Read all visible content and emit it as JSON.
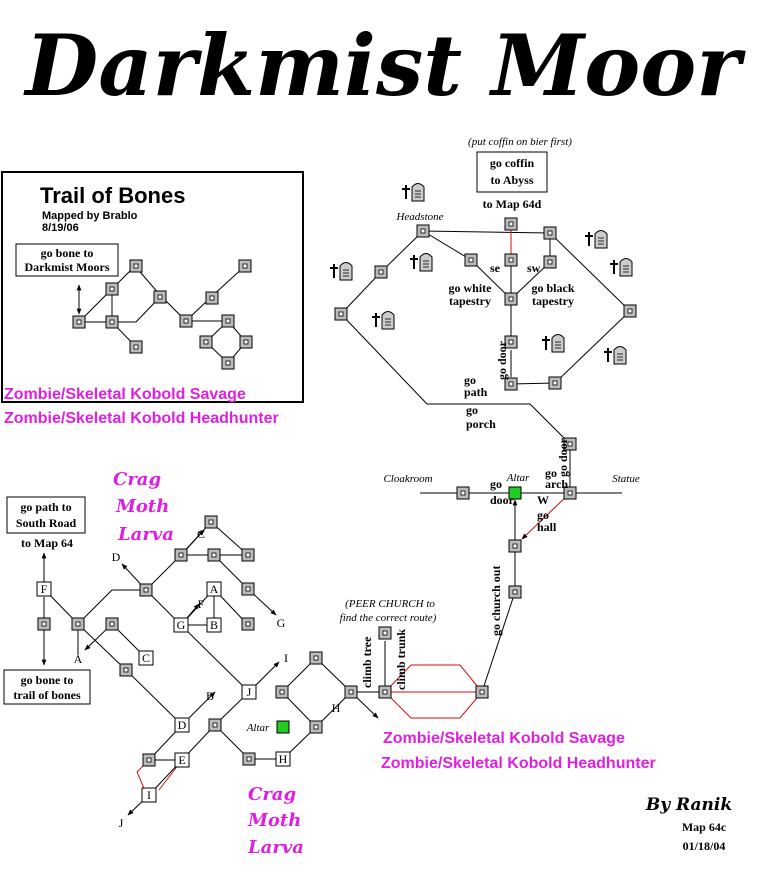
{
  "title": "Darkmist Moor",
  "inset": {
    "title": "Trail of Bones",
    "mapped_by": "Mapped by Brablo",
    "date": "8/19/06",
    "box": "go bone to Darkmist Moors",
    "box_l1": "go bone to",
    "box_l2": "Darkmist Moors"
  },
  "mob_lines": {
    "l1": "Zombie/Skeletal Kobold Savage",
    "l2": "Zombie/Skeletal Kobold Headhunter"
  },
  "crag": {
    "l1": "Crag",
    "l2": "Moth",
    "l3": "Larva"
  },
  "labels": {
    "put_coffin": "(put coffin on bier first)",
    "go_coffin_l1": "go coffin",
    "go_coffin_l2": "to Abyss",
    "to_map_64d": "to Map 64d",
    "headstone": "Headstone",
    "se": "se",
    "sw": "sw",
    "go_white_l1": "go white",
    "go_white_l2": "tapestry",
    "go_black_l1": "go black",
    "go_black_l2": "tapestry",
    "go_door": "go door",
    "go_path": "go path",
    "go_porch": "go porch",
    "cloakroom": "Cloakroom",
    "altar": "Altar",
    "statue": "Statue",
    "go_arch": "go arch",
    "w": "W",
    "go_hall": "go hall",
    "go_church_out": "go church out",
    "peer_l1": "(PEER CHURCH to",
    "peer_l2": "find the correct route)",
    "climb_tree": "climb tree",
    "climb_trunk": "climb trunk",
    "south_road_l1": "go path to",
    "south_road_l2": "South Road",
    "to_map_64": "to Map 64",
    "trail_l1": "go bone to",
    "trail_l2": "trail of bones"
  },
  "letters": [
    "A",
    "B",
    "C",
    "D",
    "E",
    "F",
    "G",
    "H",
    "I",
    "J"
  ],
  "footer": {
    "by": "By Ranik",
    "map": "Map 64c",
    "date": "01/18/04"
  }
}
